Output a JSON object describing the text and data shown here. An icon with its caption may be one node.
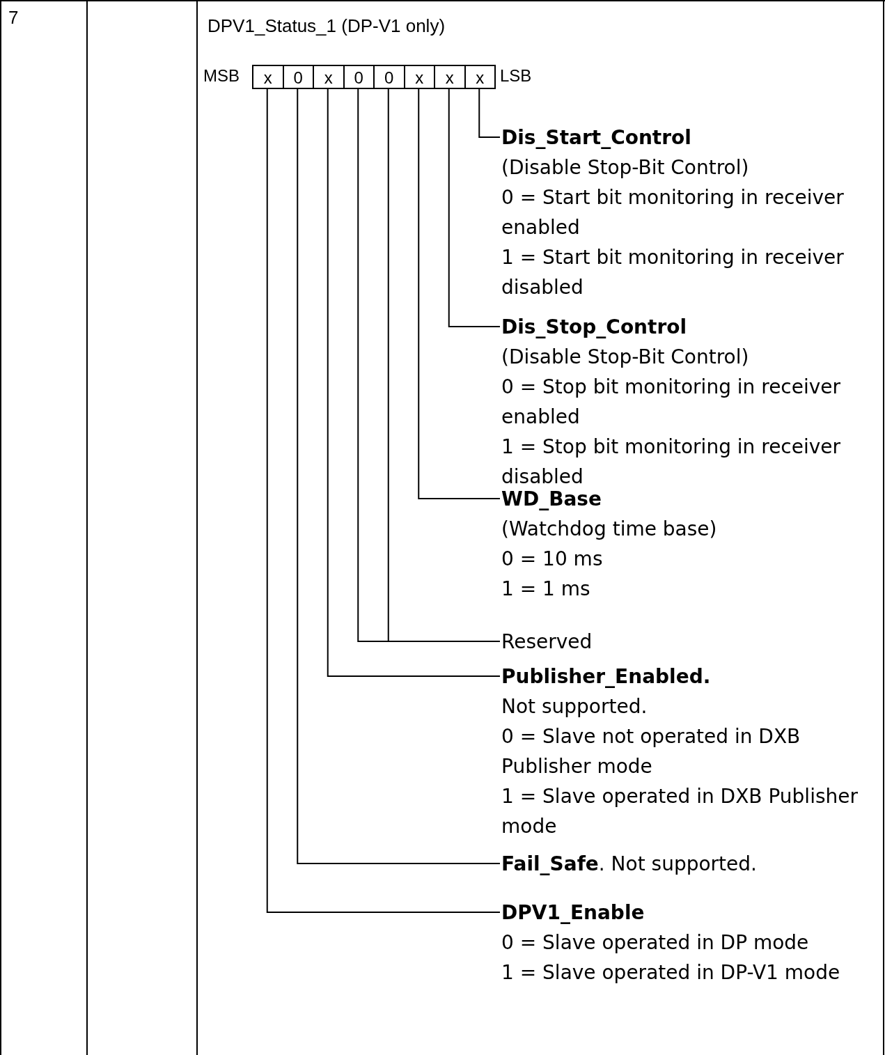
{
  "diagram": {
    "title": "DPV1_Status_1 (DP-V1 only)",
    "nodes": [
      {
        "text": [
          "x"
        ]
      },
      {
        "text": [
          "0"
        ]
      },
      {
        "text": [
          "x"
        ]
      },
      {
        "text": [
          "0"
        ]
      },
      {
        "text": [
          "0"
        ]
      },
      {
        "text": [
          "x"
        ]
      },
      {
        "text": [
          "x"
        ]
      },
      {
        "text": [
          "x"
        ]
      },
      {
        "text": [
          "Dis_Start_Control",
          "(Disable Stop-Bit Control)",
          "0 = Start bit monitoring in receiver enabled",
          "1 = Start bit monitoring in receiver  disabled"
        ]
      },
      {
        "text": [
          "Dis_Stop_Control",
          "(Disable Stop-Bit Control)",
          "0 = Stop bit monitoring in receiver  enabled",
          "1 = Stop bit monitoring in receiver  disabled"
        ]
      },
      {
        "text": [
          "WD_Base",
          "(Watchdog time base)",
          "0 = 10 ms",
          "1 = 1 ms"
        ]
      },
      {
        "text": [
          "Reserved"
        ]
      },
      {
        "text": [
          "Publisher_Enabled.",
          "Not supported.",
          "0 = Slave not operated in DXB Publisher mode",
          "1 = Slave operated in DXB Publisher mode"
        ]
      },
      {
        "text": [
          "**Fail_Safe**. Not supported."
        ]
      },
      {
        "text": [
          "DPV1_Enable",
          "0 = Slave operated in DP mode",
          "1 = Slave operated in DP-V1 mode"
        ]
      }
    ],
    "edges": [
      {
        "from": 7,
        "to": 8,
        "arrow": "none"
      },
      {
        "from": 6,
        "to": 9,
        "arrow": "none"
      },
      {
        "from": 5,
        "to": 10,
        "arrow": "none"
      },
      {
        "from": 4,
        "to": 11,
        "arrow": "none"
      },
      {
        "from": 3,
        "to": 11,
        "arrow": "none"
      },
      {
        "from": 2,
        "to": 12,
        "arrow": "none"
      },
      {
        "from": 1,
        "to": 13,
        "arrow": "none"
      },
      {
        "from": 0,
        "to": 14,
        "arrow": "none"
      }
    ],
    "labels": [
      "7",
      "MSB",
      "LSB"
    ]
  }
}
